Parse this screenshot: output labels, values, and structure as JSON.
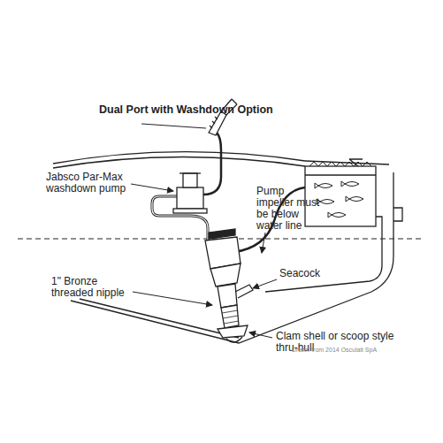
{
  "diagram": {
    "title": "Dual Port with Washdown Option",
    "labels": [
      "Jabsco Par-Max washdown pump",
      "Pump impeller must be below water line",
      "1\" Bronze threaded nipple",
      "Seacock",
      "Clam shell or scoop style thru-hull",
      "Drawn from 2014 Osculati SpA"
    ]
  }
}
